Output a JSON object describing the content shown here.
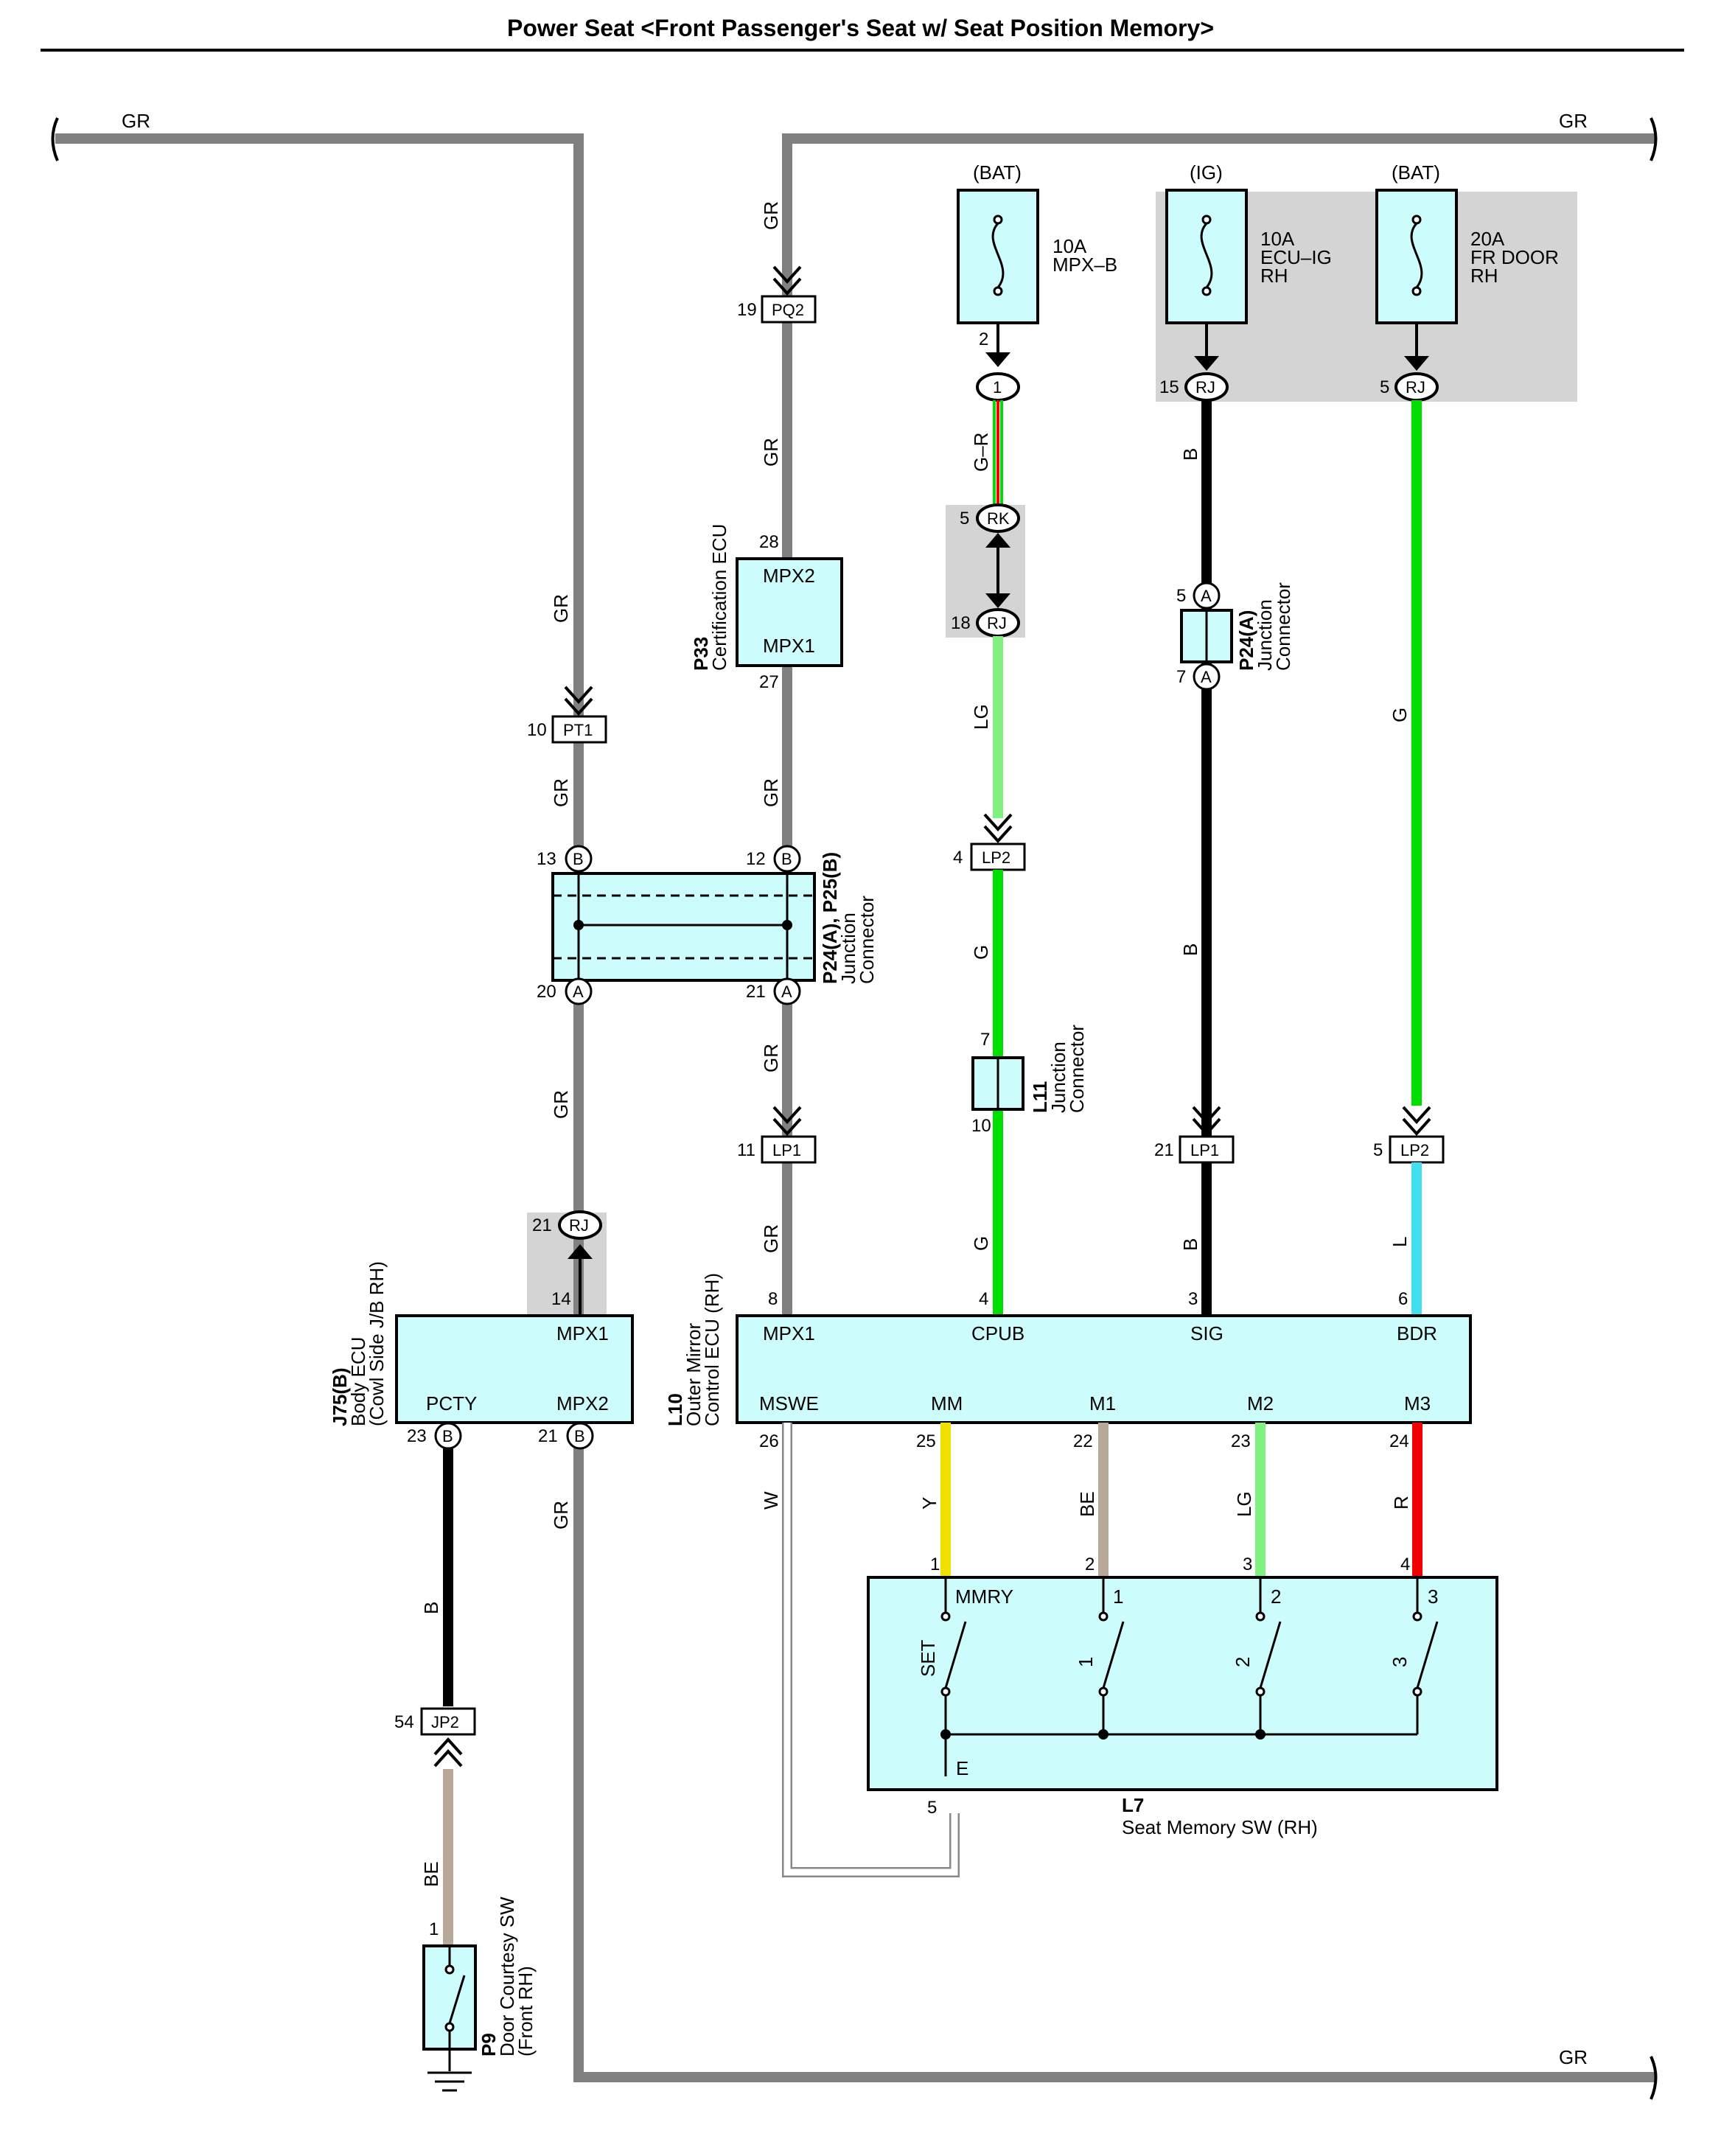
{
  "title": "Power Seat <Front Passenger's Seat w/ Seat Position Memory>",
  "colors": {
    "wire_gr": "#808080",
    "wire_b": "#000000",
    "wire_g": "#00e000",
    "wire_lg": "#80f080",
    "wire_l": "#40e0f0",
    "wire_y": "#f0e000",
    "wire_be": "#b8a898",
    "wire_r": "#f00000",
    "wire_w": "#ffffff",
    "box_fill": "#cdfcfc",
    "shade": "#d4d4d4"
  },
  "wire_labels": {
    "gr": "GR",
    "b": "B",
    "g": "G",
    "lg": "LG",
    "l": "L",
    "y": "Y",
    "be": "BE",
    "r": "R",
    "w": "W",
    "gr_red": "G–R"
  },
  "fuses": {
    "mpxb": {
      "source": "(BAT)",
      "rating": "10A",
      "name": "MPX–B",
      "pin": "2"
    },
    "ecuig": {
      "source": "(IG)",
      "rating": "10A",
      "name": "ECU–IG",
      "name2": "RH"
    },
    "frdoor": {
      "source": "(BAT)",
      "rating": "20A",
      "name": "FR DOOR",
      "name2": "RH"
    }
  },
  "connectors": {
    "pq2": {
      "code": "PQ2",
      "pin": "19"
    },
    "pt1": {
      "code": "PT1",
      "pin": "10"
    },
    "lp2_a": {
      "code": "LP2",
      "pin": "4"
    },
    "lp2_b": {
      "code": "LP2",
      "pin": "5"
    },
    "lp1_a": {
      "code": "LP1",
      "pin": "11"
    },
    "lp1_b": {
      "code": "LP1",
      "pin": "21"
    },
    "jp2": {
      "code": "JP2",
      "pin": "54"
    },
    "rj_in": {
      "code": "1"
    },
    "rk": {
      "code": "RK",
      "pin": "5"
    },
    "rj18": {
      "code": "RJ",
      "pin": "18"
    },
    "rj15": {
      "code": "RJ",
      "pin": "15"
    },
    "rj5": {
      "code": "RJ",
      "pin": "5"
    },
    "rj21": {
      "code": "RJ",
      "pin": "21",
      "pin2": "14"
    }
  },
  "components": {
    "p33": {
      "id": "P33",
      "name": "Certification ECU",
      "t1": "MPX2",
      "t2": "MPX1",
      "p1": "28",
      "p2": "27"
    },
    "p24b": {
      "id": "P24(A)",
      "name1": "Junction",
      "name2": "Connector",
      "pa": "A",
      "p1": "5",
      "p2": "7"
    },
    "p25": {
      "id": "P24(A), P25(B)",
      "name1": "Junction",
      "name2": "Connector",
      "b": "B",
      "a": "A",
      "p13": "13",
      "p12": "12",
      "p20": "20",
      "p21": "21"
    },
    "l11": {
      "id": "L11",
      "name1": "Junction",
      "name2": "Connector",
      "p1": "7",
      "p2": "10"
    },
    "j75": {
      "id": "J75(B)",
      "name1": "Body ECU",
      "name2": "(Cowl Side J/B RH)",
      "t_mpx1": "MPX1",
      "t_pcty": "PCTY",
      "t_mpx2": "MPX2",
      "p23": "23",
      "p21": "21",
      "b": "B"
    },
    "l10": {
      "id": "L10",
      "name1": "Outer Mirror",
      "name2": "Control ECU (RH)",
      "t": [
        "MPX1",
        "CPUB",
        "SIG",
        "BDR",
        "MSWE",
        "MM",
        "M1",
        "M2",
        "M3"
      ],
      "p": [
        "8",
        "4",
        "3",
        "6",
        "26",
        "25",
        "22",
        "23",
        "24"
      ]
    },
    "l7": {
      "id": "L7",
      "name": "Seat Memory SW (RH)",
      "t": [
        "MMRY",
        "1",
        "2",
        "3",
        "E"
      ],
      "p": [
        "1",
        "2",
        "3",
        "4",
        "5"
      ],
      "sw": [
        "SET",
        "1",
        "2",
        "3"
      ]
    },
    "p9": {
      "id": "P9",
      "name1": "Door Courtesy SW",
      "name2": "(Front RH)",
      "p1": "1"
    }
  }
}
